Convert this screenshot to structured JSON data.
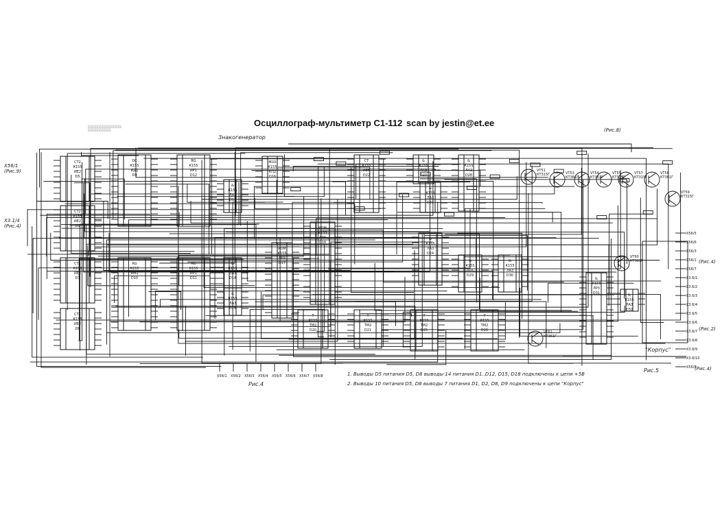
{
  "header": {
    "title": "Осциллограф-мультиметр С1-112",
    "credit": "scan by jestin@et.ee"
  },
  "labels": {
    "section_top": "Знакогенератор",
    "fig_left": "Рис.4",
    "fig_right": "Рис.5",
    "fig_ref_top": "(Рис.8)",
    "fig_ref_right_top": "(Рис.4)",
    "fig_ref_right_bottom": "(Рис.2)",
    "fig_ref_right_last": "(Рис.4)",
    "conn_left_top": "X56/1 (Рис.9)",
    "conn_left_mid": "X3.1/4 (Рис.4)",
    "chassis": "\"Корпус\"",
    "note1": "1. Выводы D5 питания D5, D8 выводы 14 питания D1..D12, D15, D18 подключены к цепи +5В",
    "note2": "2. Выводы 10 питания D5, D8 выводы 7 питания D1, D2, D8, D9 подключены к цепи \"Корпус\""
  },
  "chips": [
    {
      "id": "D5",
      "type": "CT2",
      "series": "К155",
      "func": "ИЕ2"
    },
    {
      "id": "D6",
      "type": "CT2",
      "series": "К155",
      "func": "ИЕ2"
    },
    {
      "id": "D7",
      "type": "CT2",
      "series": "К155",
      "func": "ИЕ2"
    },
    {
      "id": "D8",
      "type": "CT2",
      "series": "К155",
      "func": "ИЕ2"
    },
    {
      "id": "D9",
      "type": "DC",
      "series": "К155",
      "func": "ИД1"
    },
    {
      "id": "D10",
      "type": "RG",
      "series": "К155",
      "func": "ИМ1"
    },
    {
      "id": "D11",
      "type": "RG",
      "series": "К155",
      "func": "ИР1"
    },
    {
      "id": "D12",
      "type": "RG",
      "series": "К155",
      "func": "ИР1"
    },
    {
      "id": "D13",
      "type": "&",
      "series": "К155",
      "func": "ЛА3"
    },
    {
      "id": "D14",
      "type": "&",
      "series": "К155",
      "func": "ЛА3"
    },
    {
      "id": "D15",
      "type": "&",
      "series": "К155",
      "func": "ЛА3"
    },
    {
      "id": "D16",
      "type": "MUX",
      "series": "К155",
      "func": "КП2"
    },
    {
      "id": "D17",
      "type": "ROM",
      "series": "К155",
      "func": "ЛР3"
    },
    {
      "id": "D18",
      "type": "ROM",
      "series": "К155",
      "func": "ЛР3"
    },
    {
      "id": "D20",
      "type": "T",
      "series": "К155",
      "func": "ТМ2"
    },
    {
      "id": "D21",
      "type": "T",
      "series": "К155",
      "func": "ТМ2"
    },
    {
      "id": "D22",
      "type": "CT",
      "series": "К155",
      "func": "ИЕ5"
    },
    {
      "id": "D23",
      "type": "&",
      "series": "К155",
      "func": "ЛА3"
    },
    {
      "id": "D24",
      "type": "&",
      "series": "К155",
      "func": "ЛА3"
    },
    {
      "id": "D25",
      "type": "T",
      "series": "К155",
      "func": "ТМ2"
    },
    {
      "id": "D26",
      "type": "T",
      "series": "К155",
      "func": "ТМ2"
    },
    {
      "id": "D27",
      "type": "&",
      "series": "К155",
      "func": "ЛА3"
    },
    {
      "id": "D28",
      "type": "&",
      "series": "К155",
      "func": "ЛА3"
    },
    {
      "id": "D29",
      "type": "&",
      "series": "К155",
      "func": "ЛЛ1"
    },
    {
      "id": "D30",
      "type": "&",
      "series": "К155",
      "func": "ЛА3"
    },
    {
      "id": "D31",
      "type": "&",
      "series": "К155",
      "func": "ЛР3"
    },
    {
      "id": "D32",
      "type": "&",
      "series": "К155",
      "func": "ЛА3"
    }
  ],
  "transistors": [
    {
      "id": "VT51",
      "model": "КТ315Г"
    },
    {
      "id": "VT53",
      "model": "КТ361Г"
    },
    {
      "id": "VT54",
      "model": "КТ361Г"
    },
    {
      "id": "VT55",
      "model": "КТ315Г"
    },
    {
      "id": "VT57",
      "model": "КТ315Г"
    },
    {
      "id": "VT58",
      "model": "КТ361Г"
    },
    {
      "id": "VT59",
      "model": "КТ315Г"
    },
    {
      "id": "VT60",
      "model": "КТ361Г"
    },
    {
      "id": "VT61",
      "model": "КТ361Г"
    }
  ],
  "connectors_right": [
    "X56/5",
    "X56/6",
    "X56/3",
    "X56/1",
    "X56/7",
    "X3.6/1",
    "X3.6/2",
    "X3.6/3",
    "X3.6/4",
    "X3.6/5",
    "X3.6/6",
    "X3.6/7",
    "X3.6/8",
    "X3.6/9",
    "X3.6/10",
    "X56/8"
  ],
  "connectors_bottom": [
    "X56/1",
    "X56/2",
    "X56/3",
    "X56/4",
    "X56/5",
    "X56/6",
    "X56/7",
    "X56/8"
  ]
}
